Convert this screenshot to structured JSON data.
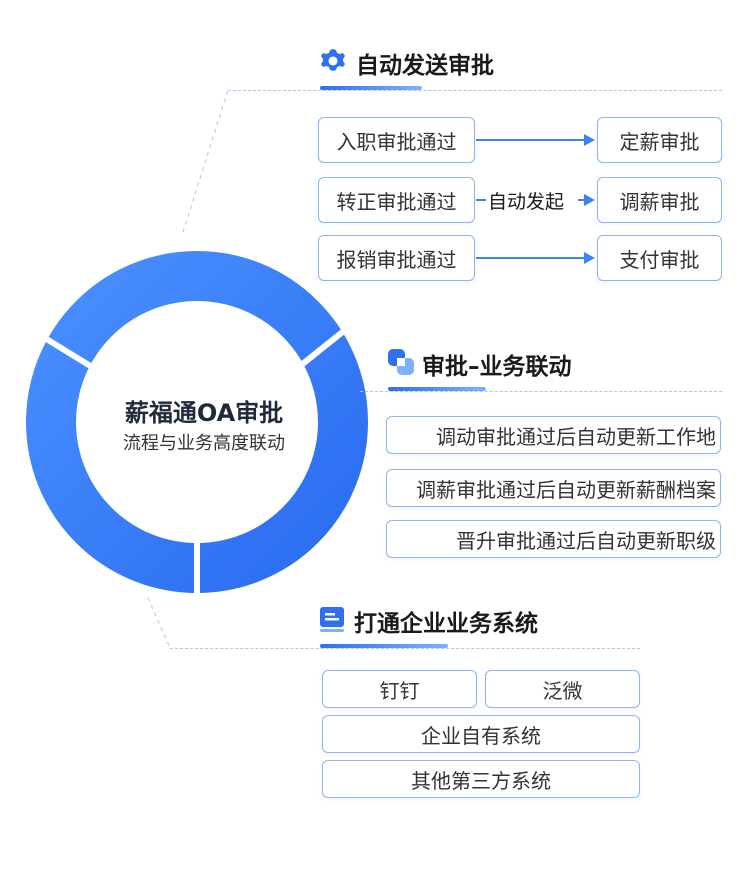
{
  "center": {
    "title": "薪福通OA审批",
    "subtitle": "流程与业务高度联动"
  },
  "sections": {
    "auto": {
      "title": "自动发送审批",
      "icon": "gear-icon",
      "left": [
        "入职审批通过",
        "转正审批通过",
        "报销审批通过"
      ],
      "right": [
        "定薪审批",
        "调薪审批",
        "支付审批"
      ],
      "arrow_label": "自动发起"
    },
    "link": {
      "title": "审批–业务联动",
      "icon": "link-icon",
      "items": [
        "调动审批通过后自动更新工作地",
        "调薪审批通过后自动更新薪酬档案",
        "晋升审批通过后自动更新职级"
      ]
    },
    "connect": {
      "title": "打通企业业务系统",
      "icon": "monitor-icon",
      "row1": [
        "钉钉",
        "泛微"
      ],
      "row2": "企业自有系统",
      "row3": "其他第三方系统"
    }
  },
  "colors": {
    "primary": "#2f6ff0",
    "light": "#5d9bff",
    "border": "#8fb4ee"
  }
}
